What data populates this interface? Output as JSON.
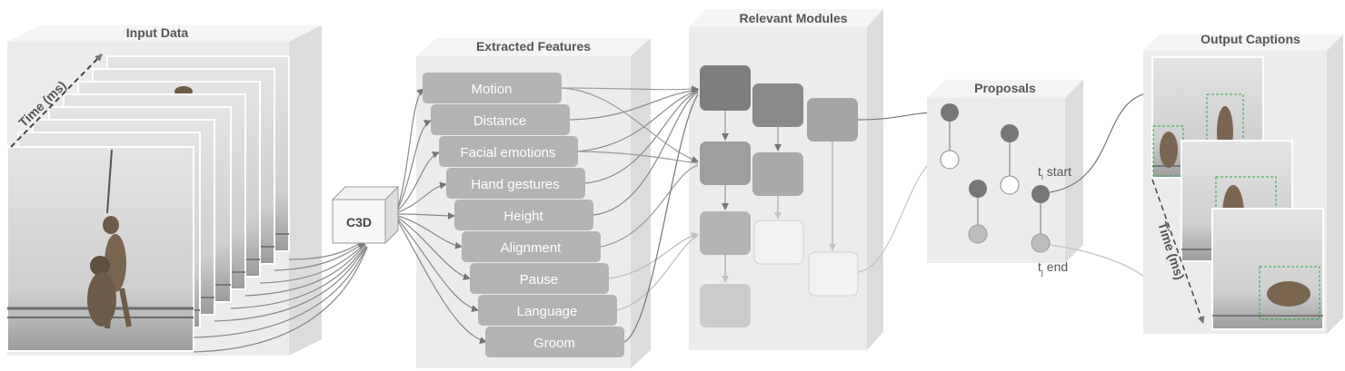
{
  "titles": {
    "input": "Input Data",
    "features": "Extracted Features",
    "modules": "Relevant Modules",
    "proposals": "Proposals",
    "output": "Output Captions"
  },
  "time_axis_label": "Time (ms)",
  "c3d_label": "C3D",
  "features": [
    "Motion",
    "Distance",
    "Facial emotions",
    "Hand gestures",
    "Height",
    "Alignment",
    "Pause",
    "Language",
    "Groom"
  ],
  "proposal_labels": {
    "start_prefix": "t",
    "start_sub": "i",
    "start_suffix": " start",
    "end_prefix": "t",
    "end_sub": "j",
    "end_suffix": " end"
  },
  "colors": {
    "box_face": "#ececec",
    "box_side": "#dcdcdc",
    "box_top": "#f4f4f4",
    "feature_fill": "#b3b3b3",
    "module_dark": "#7e7e7e",
    "module_mid": "#9a9a9a",
    "module_light": "#c9c9c9",
    "arrow": "#888888",
    "detect_box": "#2aa84a"
  }
}
